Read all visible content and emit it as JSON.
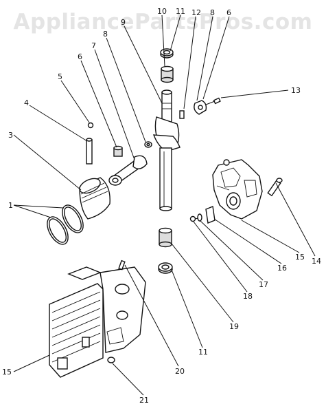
{
  "watermark": "AppliancePartsPros.com",
  "callouts": [
    {
      "id": "c10",
      "label": "10"
    },
    {
      "id": "c11a",
      "label": "11"
    },
    {
      "id": "c12",
      "label": "12"
    },
    {
      "id": "c8a",
      "label": "8"
    },
    {
      "id": "c6a",
      "label": "6"
    },
    {
      "id": "c9",
      "label": "9"
    },
    {
      "id": "c8b",
      "label": "8"
    },
    {
      "id": "c7",
      "label": "7"
    },
    {
      "id": "c6b",
      "label": "6"
    },
    {
      "id": "c5",
      "label": "5"
    },
    {
      "id": "c13",
      "label": "13"
    },
    {
      "id": "c4",
      "label": "4"
    },
    {
      "id": "c3",
      "label": "3"
    },
    {
      "id": "c1",
      "label": "1"
    },
    {
      "id": "c14",
      "label": "14"
    },
    {
      "id": "c15a",
      "label": "15"
    },
    {
      "id": "c16",
      "label": "16"
    },
    {
      "id": "c17",
      "label": "17"
    },
    {
      "id": "c18",
      "label": "18"
    },
    {
      "id": "c19",
      "label": "19"
    },
    {
      "id": "c11b",
      "label": "11"
    },
    {
      "id": "c20",
      "label": "20"
    },
    {
      "id": "c15b",
      "label": "15"
    },
    {
      "id": "c21",
      "label": "21"
    }
  ]
}
